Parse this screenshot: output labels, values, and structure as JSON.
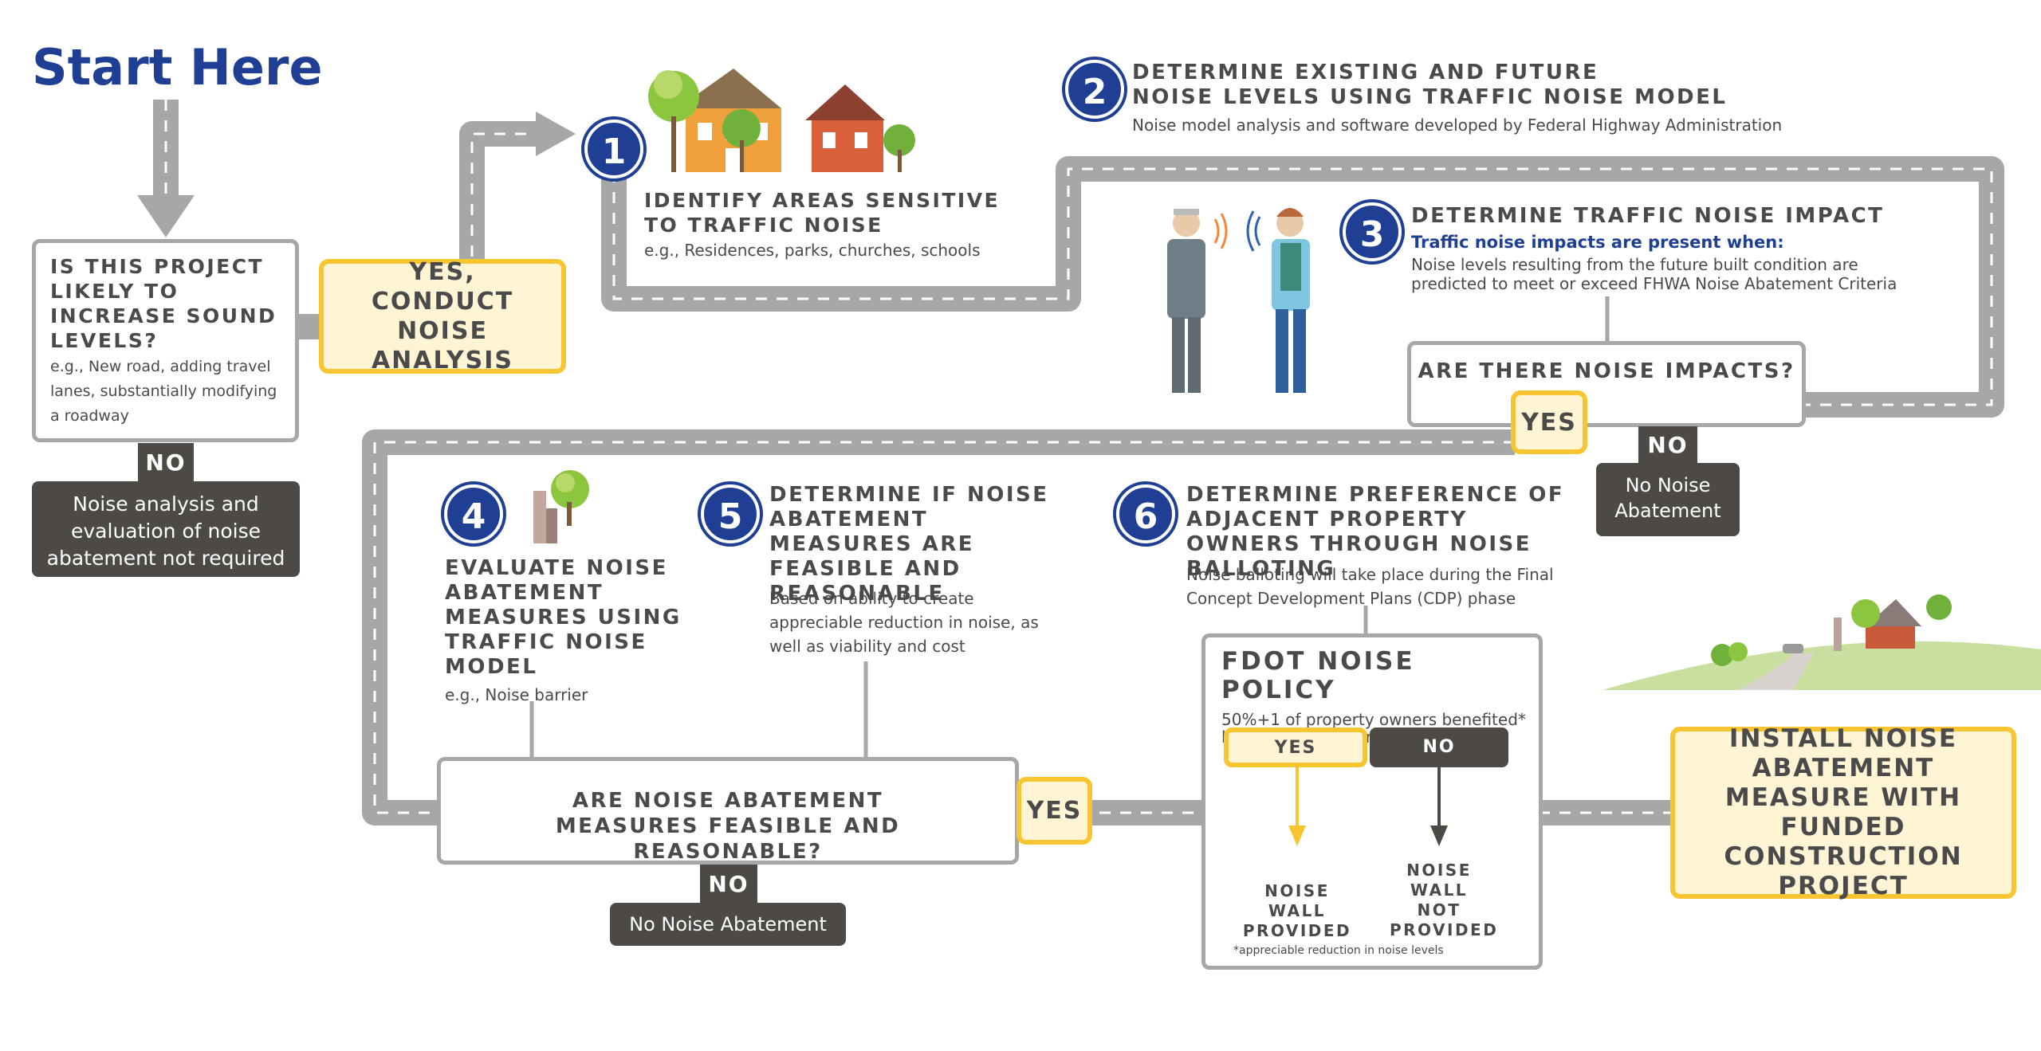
{
  "title": "Start Here",
  "q1": {
    "question": "IS THIS PROJECT LIKELY TO INCREASE SOUND LEVELS?",
    "example": "e.g., New road, adding travel lanes, substantially modifying a roadway",
    "yes": "YES, CONDUCT NOISE ANALYSIS",
    "no": "NO",
    "no_result": "Noise analysis and evaluation of noise abatement not required"
  },
  "step1": {
    "number": "1",
    "title": "IDENTIFY AREAS SENSITIVE TO TRAFFIC NOISE",
    "desc": "e.g., Residences, parks, churches, schools"
  },
  "step2": {
    "number": "2",
    "title_line1": "DETERMINE EXISTING AND FUTURE",
    "title_line2": "NOISE LEVELS USING TRAFFIC NOISE MODEL",
    "desc": "Noise model analysis and software developed by Federal Highway Administration"
  },
  "step3": {
    "number": "3",
    "title": "DETERMINE TRAFFIC NOISE IMPACT",
    "subtitle": "Traffic noise impacts are present when:",
    "desc": "Noise levels resulting from the future built condition are predicted to meet or exceed FHWA Noise Abatement Criteria"
  },
  "q2": {
    "question": "ARE THERE NOISE IMPACTS?",
    "yes": "YES",
    "no": "NO",
    "no_result": "No Noise Abatement"
  },
  "step4": {
    "number": "4",
    "title": "EVALUATE NOISE ABATEMENT MEASURES USING TRAFFIC NOISE MODEL",
    "desc": "e.g., Noise barrier"
  },
  "step5": {
    "number": "5",
    "title": "DETERMINE IF NOISE ABATEMENT MEASURES ARE FEASIBLE AND REASONABLE",
    "desc": "Based on ability to create appreciable reduction in noise, as well as viability and cost"
  },
  "step6": {
    "number": "6",
    "title": "DETERMINE PREFERENCE OF ADJACENT PROPERTY OWNERS THROUGH NOISE BALLOTING",
    "desc": "Noise balloting will take place during the Final Concept Development Plans (CDP) phase"
  },
  "q3": {
    "question": "ARE NOISE ABATEMENT MEASURES FEASIBLE AND REASONABLE?",
    "yes": "YES",
    "no": "NO",
    "no_result": "No Noise Abatement"
  },
  "policy": {
    "title": "FDOT NOISE POLICY",
    "desc": "50%+1 of property owners benefited* by noise wall are in favor",
    "yes": "YES",
    "no": "NO",
    "yes_result": "NOISE WALL PROVIDED",
    "no_result": "NOISE WALL NOT PROVIDED",
    "footnote": "*appreciable reduction in noise levels"
  },
  "final": "INSTALL NOISE ABATEMENT MEASURE WITH FUNDED CONSTRUCTION PROJECT",
  "colors": {
    "navy": "#1f3f94",
    "gray_road": "#a7a7a7",
    "dark": "#4d4a45",
    "yellow": "#f7c531",
    "cream": "#fff4d3"
  }
}
